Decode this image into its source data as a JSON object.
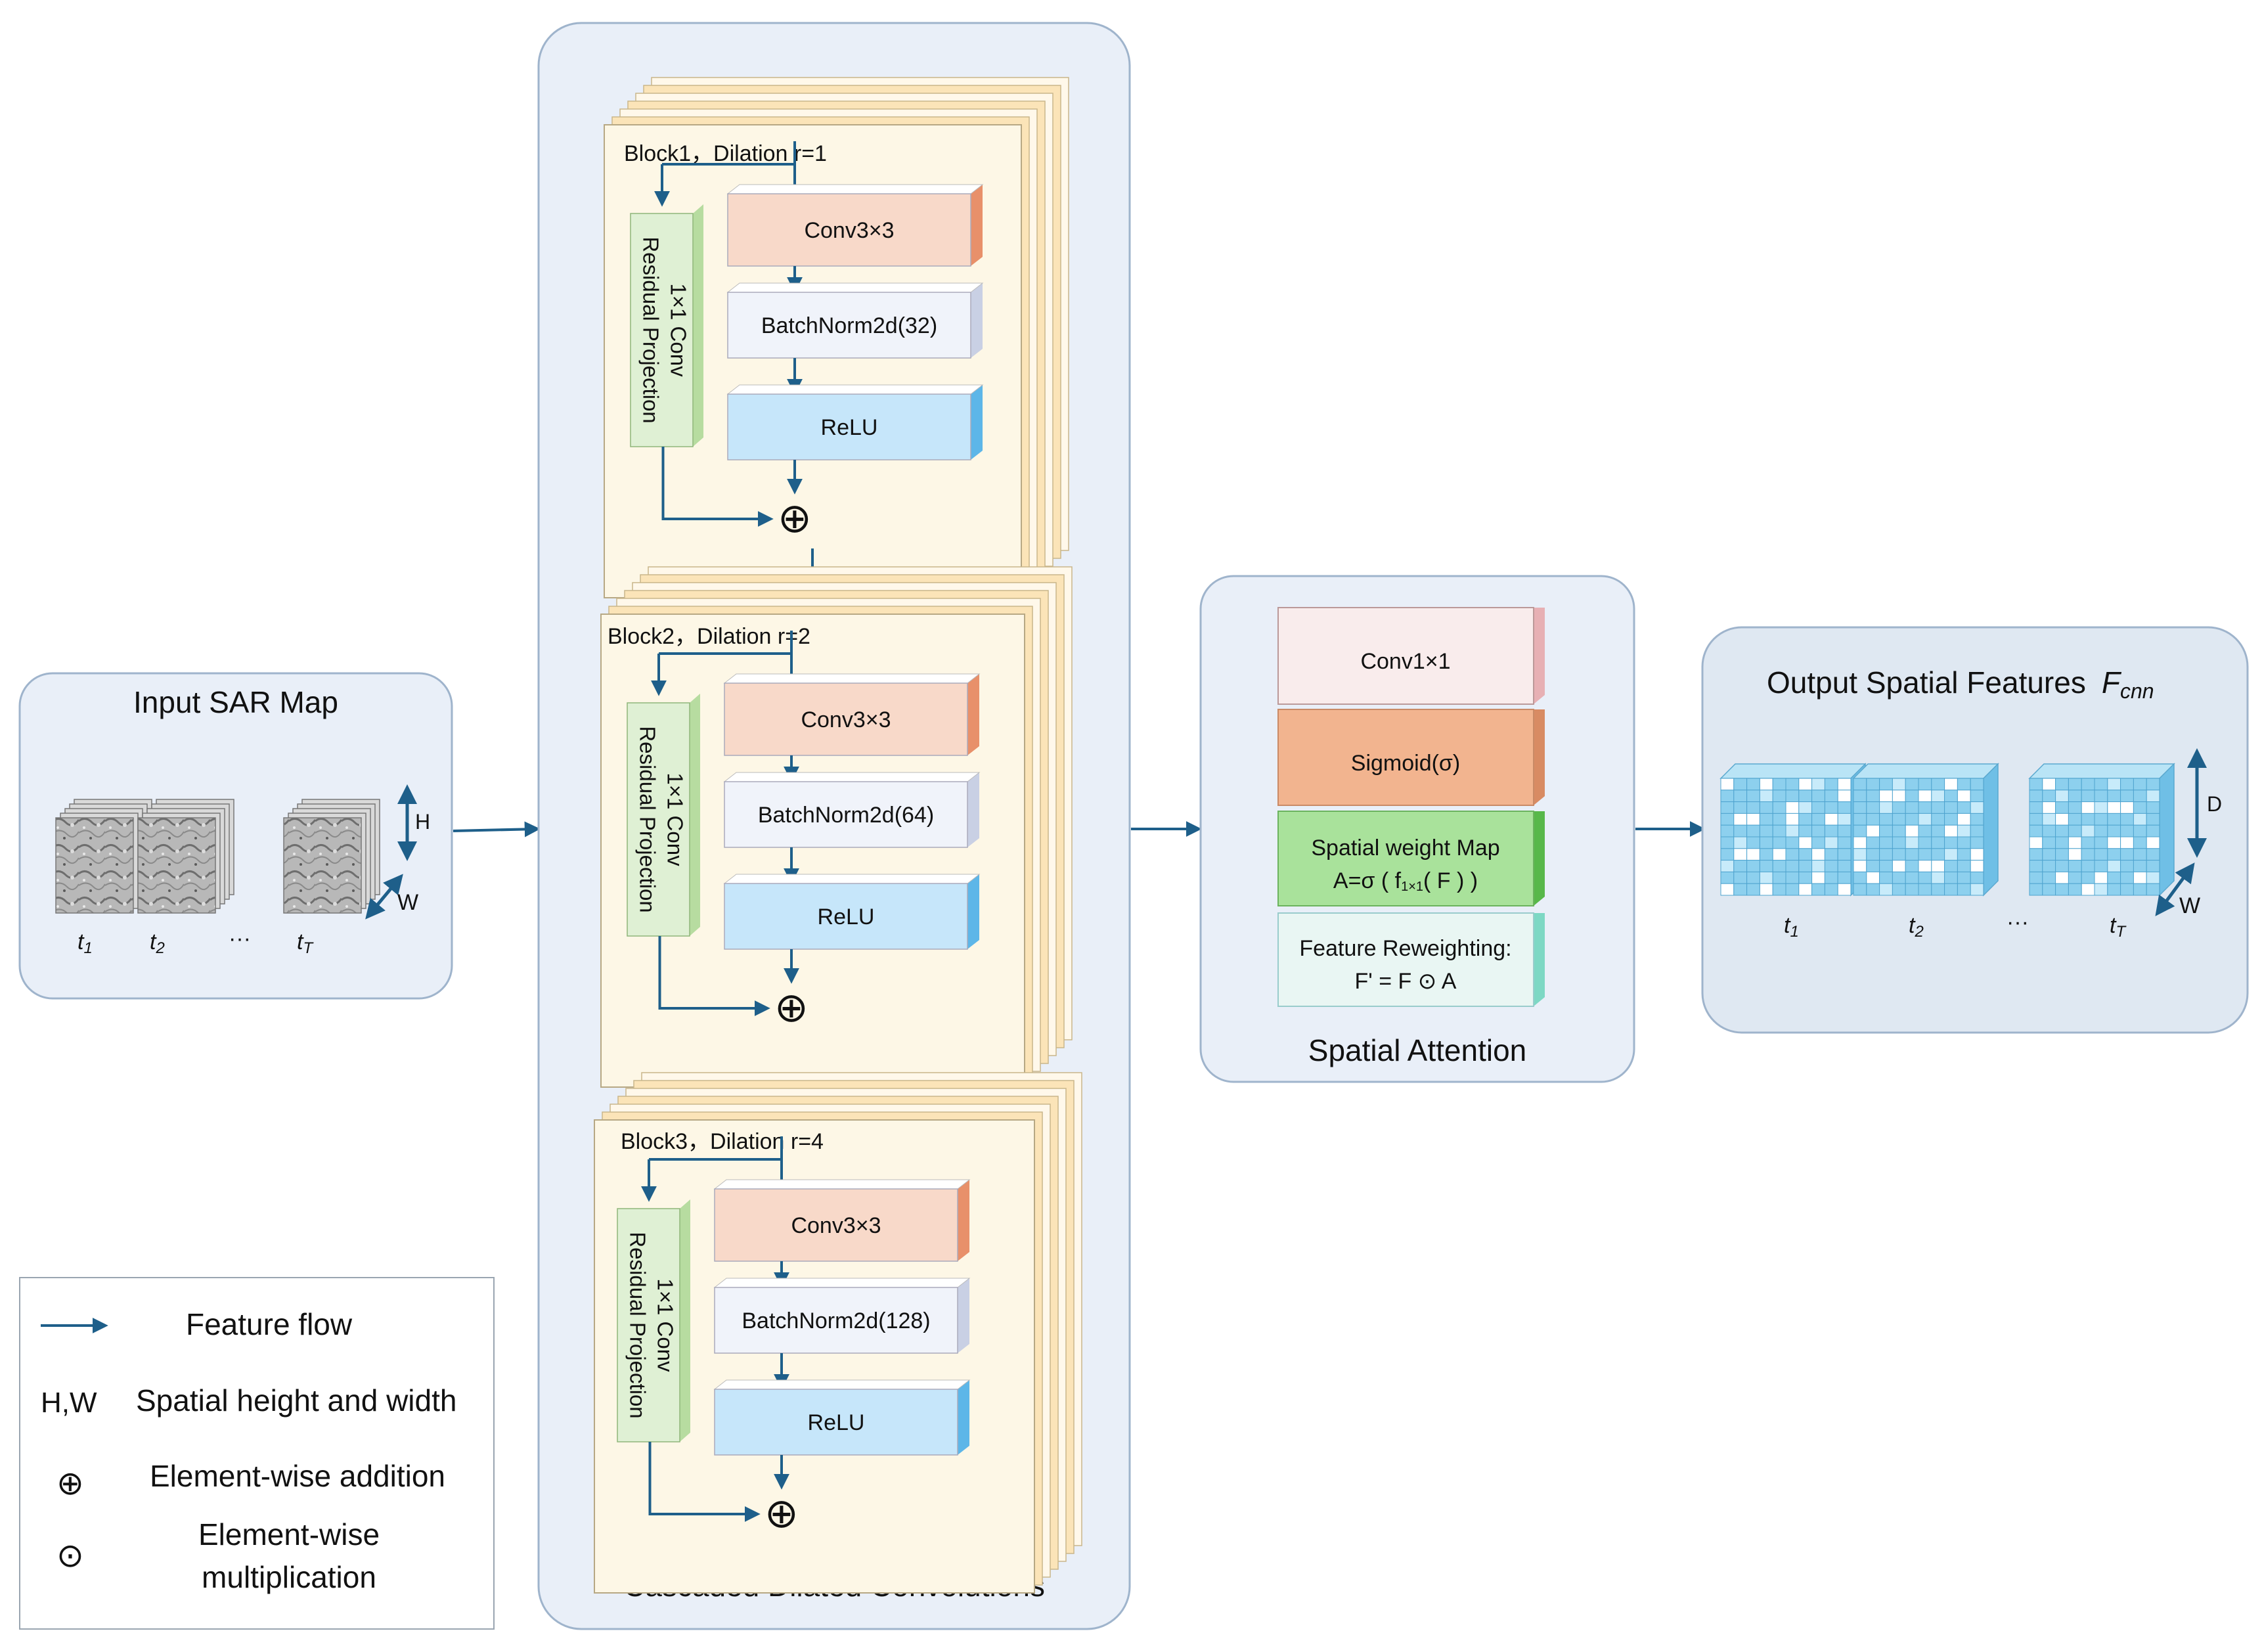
{
  "input": {
    "title": "Input SAR Map",
    "time_labels": {
      "t1": "t",
      "t1_sub": "1",
      "t2": "t",
      "t2_sub": "2",
      "dots": "···",
      "tT": "t",
      "tT_sub": "T"
    },
    "dims": {
      "h": "H",
      "w": "W"
    }
  },
  "cascade": {
    "title": "Cascaded Dilated Convolutions",
    "blocks": [
      {
        "title": "Block1，Dilation r=1",
        "conv": "Conv3×3",
        "bn": "BatchNorm2d(32)",
        "relu": "ReLU",
        "residual_1": "1×1 Conv",
        "residual_2": "Residual Projection",
        "add": "⊕"
      },
      {
        "title": "Block2，Dilation r=2",
        "conv": "Conv3×3",
        "bn": "BatchNorm2d(64)",
        "relu": "ReLU",
        "residual_1": "1×1 Conv",
        "residual_2": "Residual Projection",
        "add": "⊕"
      },
      {
        "title": "Block3，Dilation r=4",
        "conv": "Conv3×3",
        "bn": "BatchNorm2d(128)",
        "relu": "ReLU",
        "residual_1": "1×1 Conv",
        "residual_2": "Residual Projection",
        "add": "⊕"
      }
    ]
  },
  "attention": {
    "title": "Spatial Attention",
    "conv": "Conv1×1",
    "sigmoid": "Sigmoid(σ)",
    "weight_line1": "Spatial weight Map",
    "weight_line2_a": "A=σ ( f",
    "weight_line2_sub": "1×1",
    "weight_line2_b": "( F ) )",
    "reweight_line1": "Feature Reweighting:",
    "reweight_line2": "F' = F ⊙ A"
  },
  "output": {
    "title": "Output Spatial Features",
    "symbol": "F",
    "symbol_sub": "cnn",
    "time_labels": {
      "t1": "t",
      "t1_sub": "1",
      "t2": "t",
      "t2_sub": "2",
      "dots": "···",
      "tT": "t",
      "tT_sub": "T"
    },
    "dims": {
      "d": "D",
      "w": "W"
    }
  },
  "legend": {
    "flow": "Feature flow",
    "hw_sym": "H,W",
    "hw_label": "Spatial height and width",
    "add_sym": "⊕",
    "add_label": "Element-wise addition",
    "mul_sym": "⊙",
    "mul_label_1": "Element-wise",
    "mul_label_2": "multiplication"
  },
  "colors": {
    "panel_fill": "#e9eff8",
    "panel_stroke": "#9fb4cc",
    "arrow": "#1e5f8a",
    "block_fill": "#fdf7e6",
    "block_stack": "#f5d9a4",
    "conv": "#f8d9c9",
    "bn": "#f0f3fa",
    "relu": "#c6e6fa",
    "residual": "#dff0d4",
    "att_conv": "#f9ecec",
    "att_sigmoid": "#f2b48f",
    "att_weight": "#a9e29b",
    "att_reweight": "#e9f6f3",
    "cube": "#8dd0ee"
  }
}
